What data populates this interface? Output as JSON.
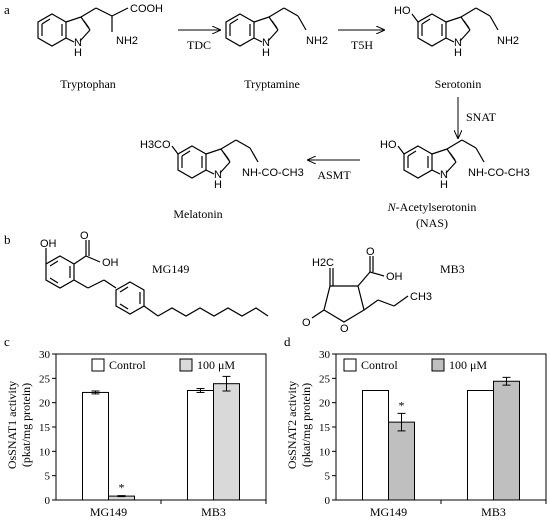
{
  "panels": {
    "a": "a",
    "b": "b",
    "c": "c",
    "d": "d"
  },
  "pathway": {
    "compounds": {
      "tryptophan": "Tryptophan",
      "tryptamine": "Tryptamine",
      "serotonin": "Serotonin",
      "nas_italic": "N",
      "nas_rest": "-Acetylserotonin",
      "nas_abbr": "(NAS)",
      "melatonin": "Melatonin"
    },
    "enzymes": {
      "tdc": "TDC",
      "t5h": "T5H",
      "snat": "SNAT",
      "asmt": "ASMT"
    },
    "groups": {
      "cooh": "COOH",
      "nh2": "NH2",
      "n": "N",
      "h": "H",
      "ho": "HO",
      "oh": "OH",
      "nh_co_ch3": "NH-CO-CH3",
      "h3co": "H3CO",
      "h2c": "H2C",
      "ch3": "CH3",
      "o": "O"
    }
  },
  "inhibitors": {
    "mg149": "MG149",
    "mb3": "MB3"
  },
  "chart_data": [
    {
      "type": "bar",
      "panel": "c",
      "categories": [
        "MG149",
        "MB3"
      ],
      "series": [
        {
          "name": "Control",
          "values": [
            22.1,
            22.5
          ],
          "errors": [
            0.3,
            0.4
          ],
          "color": "#ffffff"
        },
        {
          "name": "100 μM",
          "values": [
            0.8,
            23.9
          ],
          "errors": [
            0.1,
            1.5
          ],
          "color": "#d9d9d9"
        }
      ],
      "significance": [
        {
          "category": "MG149",
          "series": "100 μM",
          "mark": "*"
        }
      ],
      "ylabel_line1": "OsSNAT1 activity",
      "ylabel_line2": "(pkat/mg protein)",
      "ylim": [
        0,
        30
      ],
      "yticks": [
        0,
        5,
        10,
        15,
        20,
        25,
        30
      ],
      "legend": "top"
    },
    {
      "type": "bar",
      "panel": "d",
      "categories": [
        "MG149",
        "MB3"
      ],
      "series": [
        {
          "name": "Control",
          "values": [
            22.5,
            22.5
          ],
          "errors": [
            0,
            0
          ],
          "color": "#ffffff"
        },
        {
          "name": "100 μM",
          "values": [
            16.0,
            24.4
          ],
          "errors": [
            1.8,
            0.8
          ],
          "color": "#bfbfbf"
        }
      ],
      "significance": [
        {
          "category": "MG149",
          "series": "100 μM",
          "mark": "*"
        }
      ],
      "ylabel_line1": "OsSNAT2 activity",
      "ylabel_line2": "(pkat/mg protein)",
      "ylim": [
        0,
        30
      ],
      "yticks": [
        0,
        5,
        10,
        15,
        20,
        25,
        30
      ],
      "legend": "top"
    }
  ]
}
